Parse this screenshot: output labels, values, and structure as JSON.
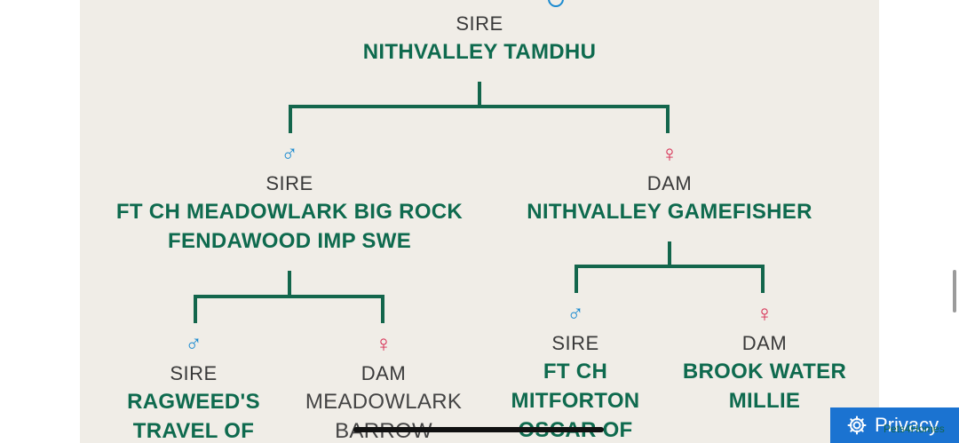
{
  "tree": {
    "root": {
      "role": "SIRE",
      "name": "NITHVALLEY TAMDHU"
    },
    "sire": {
      "role": "SIRE",
      "name_line1": "FT CH MEADOWLARK BIG ROCK",
      "name_line2": "FENDAWOOD IMP SWE"
    },
    "dam": {
      "role": "DAM",
      "name": "NITHVALLEY GAMEFISHER"
    },
    "sire_sire": {
      "role": "SIRE",
      "name_line1": "RAGWEED'S",
      "name_line2": "TRAVEL OF"
    },
    "sire_dam": {
      "role": "DAM",
      "name_line1": "MEADOWLARK",
      "name_line2": "BARROW"
    },
    "dam_sire": {
      "role": "SIRE",
      "name_line1": "FT CH",
      "name_line2": "MITFORTON",
      "name_line3": "OSCAR OF"
    },
    "dam_dam": {
      "role": "DAM",
      "name_line1": "BROOK WATER",
      "name_line2": "MILLIE"
    }
  },
  "icons": {
    "male": "♂",
    "female": "♀"
  },
  "privacy": {
    "label": "Privacy",
    "overlay": "Pets4Homes"
  },
  "colors": {
    "accent": "#0e6a4e",
    "male": "#1a8ad0",
    "female": "#d6284f",
    "privacy_bg": "#1b73d1"
  }
}
